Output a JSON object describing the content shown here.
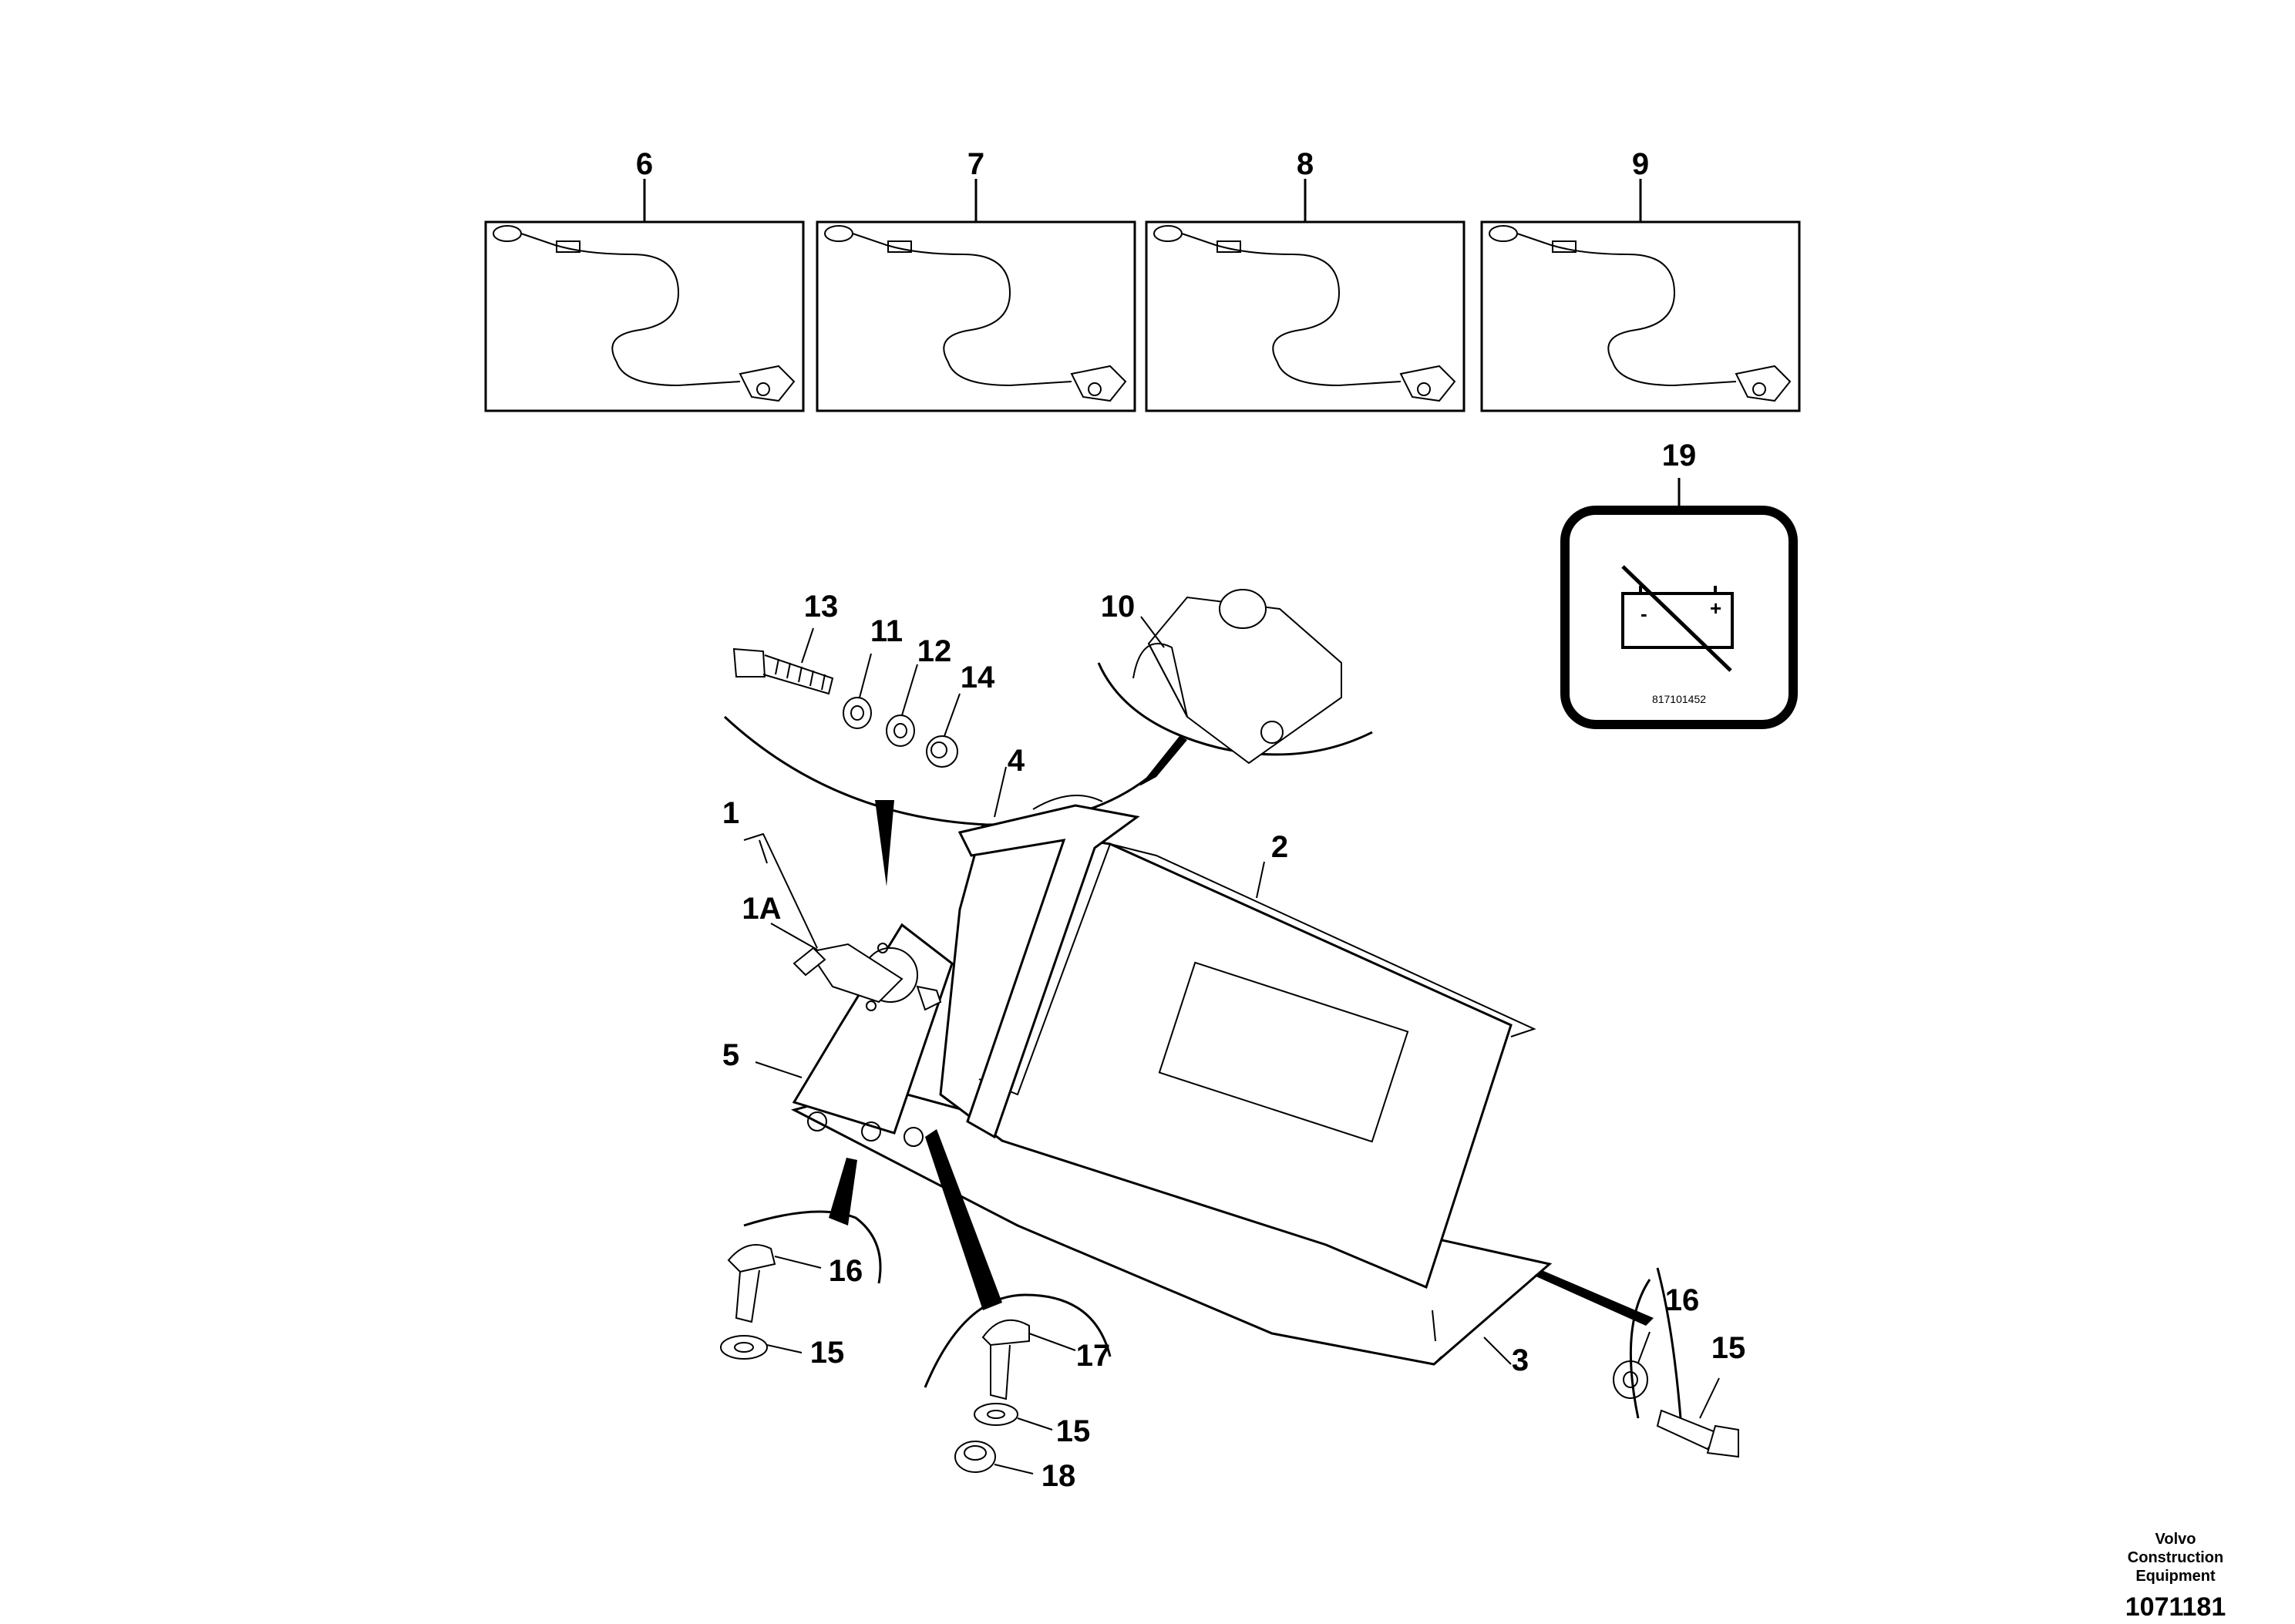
{
  "diagram": {
    "callouts": {
      "c1": "1",
      "c1A": "1A",
      "c2": "2",
      "c3": "3",
      "c4": "4",
      "c5": "5",
      "c6": "6",
      "c7": "7",
      "c8": "8",
      "c9": "9",
      "c10": "10",
      "c11": "11",
      "c12": "12",
      "c13": "13",
      "c14": "14",
      "c15a": "15",
      "c15b": "15",
      "c15c": "15",
      "c16a": "16",
      "c16b": "16",
      "c17": "17",
      "c18": "18",
      "c19": "19"
    },
    "decal_code": "817101452"
  },
  "footer": {
    "org": "Volvo Construction Equipment",
    "figure_number": "1071181"
  }
}
